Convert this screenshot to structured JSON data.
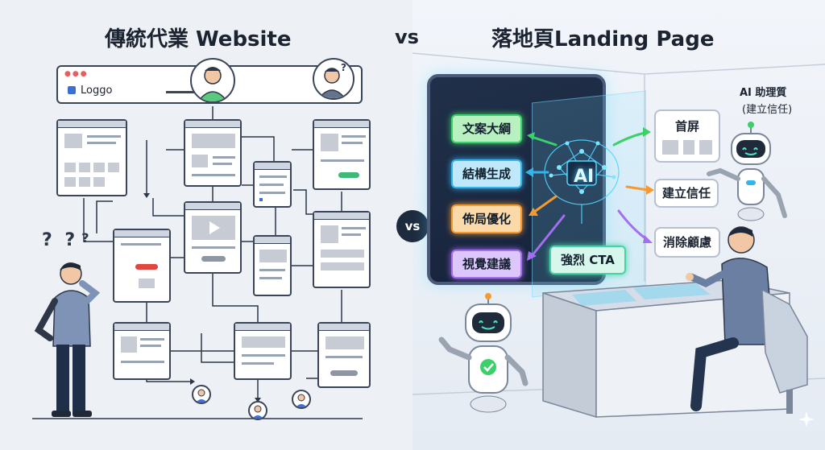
{
  "titles": {
    "left": "傳統代業 Website",
    "vs": "vs",
    "right": "落地頁Landing Page"
  },
  "left_panel": {
    "logo_text": "Loggo",
    "question_marks": "? ?",
    "question_mark_third": "?"
  },
  "center_badge": "vs",
  "right_panel": {
    "screen_tags": [
      {
        "label": "文案大綱"
      },
      {
        "label": "結構生成"
      },
      {
        "label": "佈局優化"
      },
      {
        "label": "視覺建議"
      }
    ],
    "ai_label": "AI",
    "cta_label": "強烈 CTA",
    "flow_boxes": [
      {
        "label": "首屏"
      },
      {
        "label": "建立信任"
      },
      {
        "label": "消除顧慮"
      }
    ],
    "assistant_title": "AI 助理質",
    "assistant_subtitle": "(建立信任)"
  },
  "colors": {
    "green": "#3bd06a",
    "blue": "#33b4ea",
    "orange": "#f59a2f",
    "purple": "#a46ef0",
    "dark": "#1e2a3d"
  }
}
